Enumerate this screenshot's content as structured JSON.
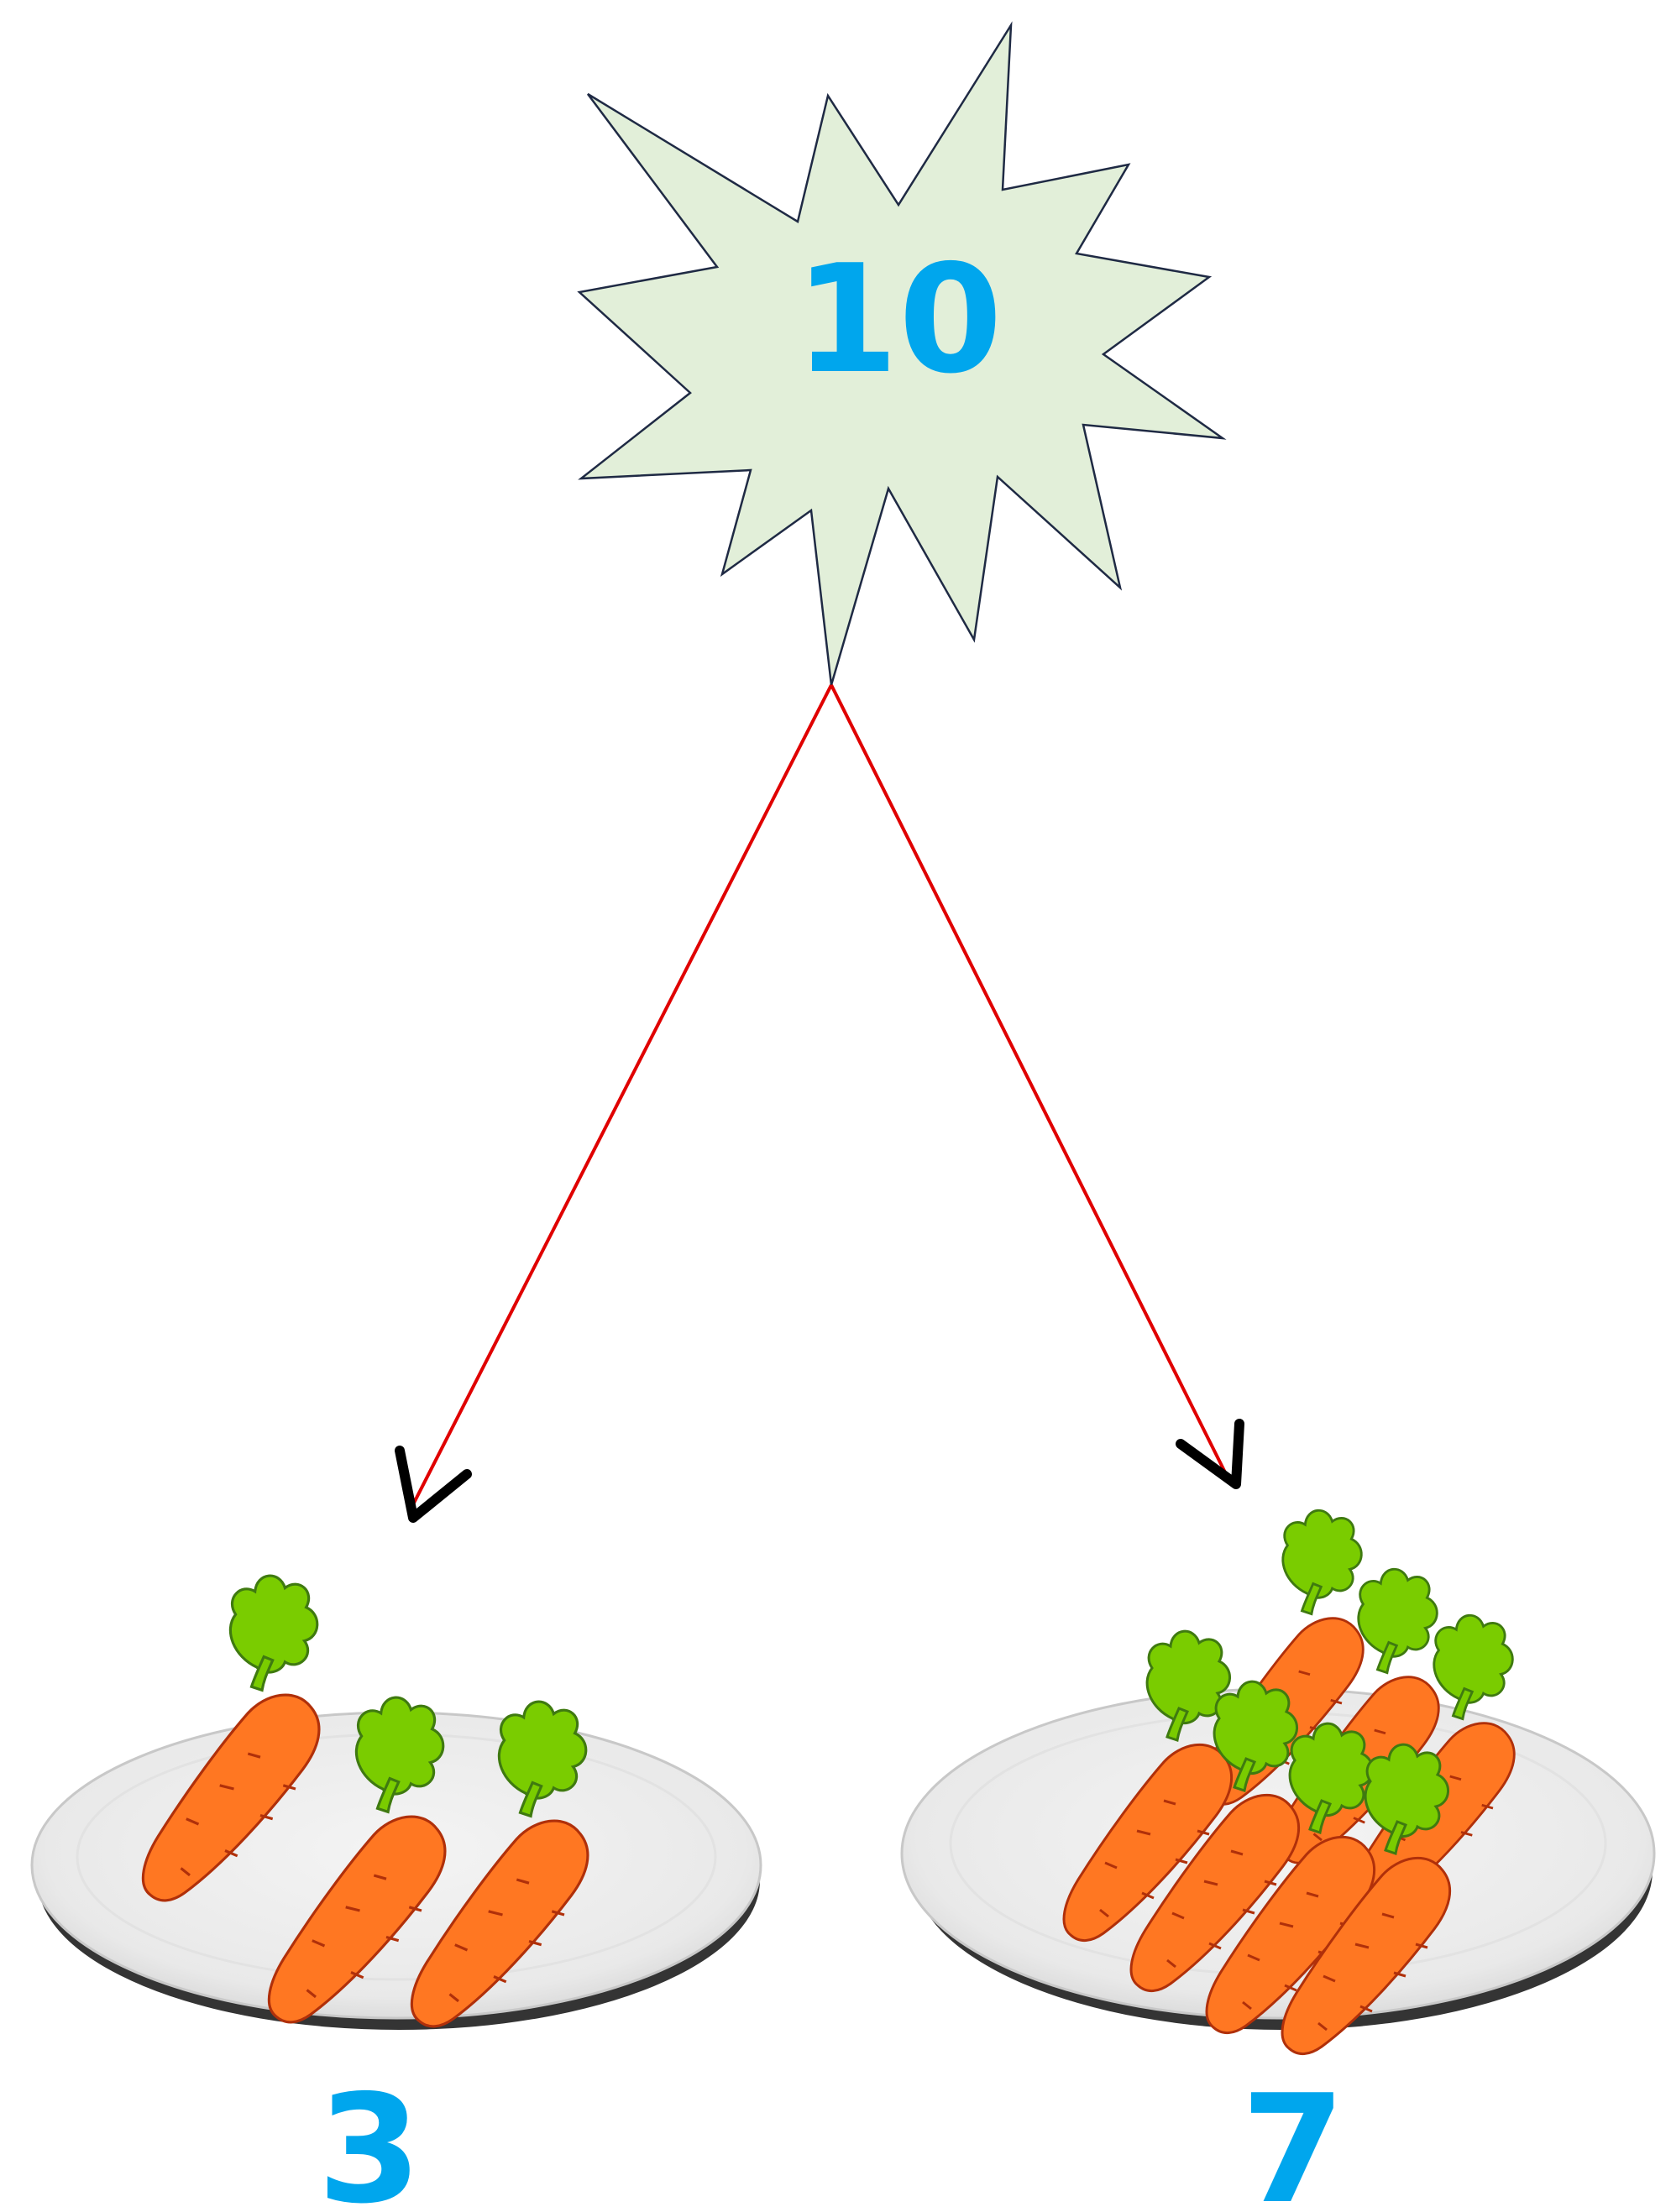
{
  "total": {
    "value": "10",
    "text_color": "#00a6ed",
    "burst_fill": "#e2efd9",
    "burst_stroke": "#1f2a44"
  },
  "arrow_color": "#e00000",
  "arrowhead_color": "#000000",
  "left_group": {
    "value": "3",
    "carrot_count": 3
  },
  "right_group": {
    "value": "7",
    "carrot_count": 7
  },
  "colors": {
    "carrot_body": "#ff7722",
    "carrot_outline": "#b0300a",
    "carrot_leaf": "#7acc00",
    "carrot_leaf_outline": "#3f7a10",
    "plate": "#eeeeee",
    "plate_shadow": "#3a3a3a"
  }
}
